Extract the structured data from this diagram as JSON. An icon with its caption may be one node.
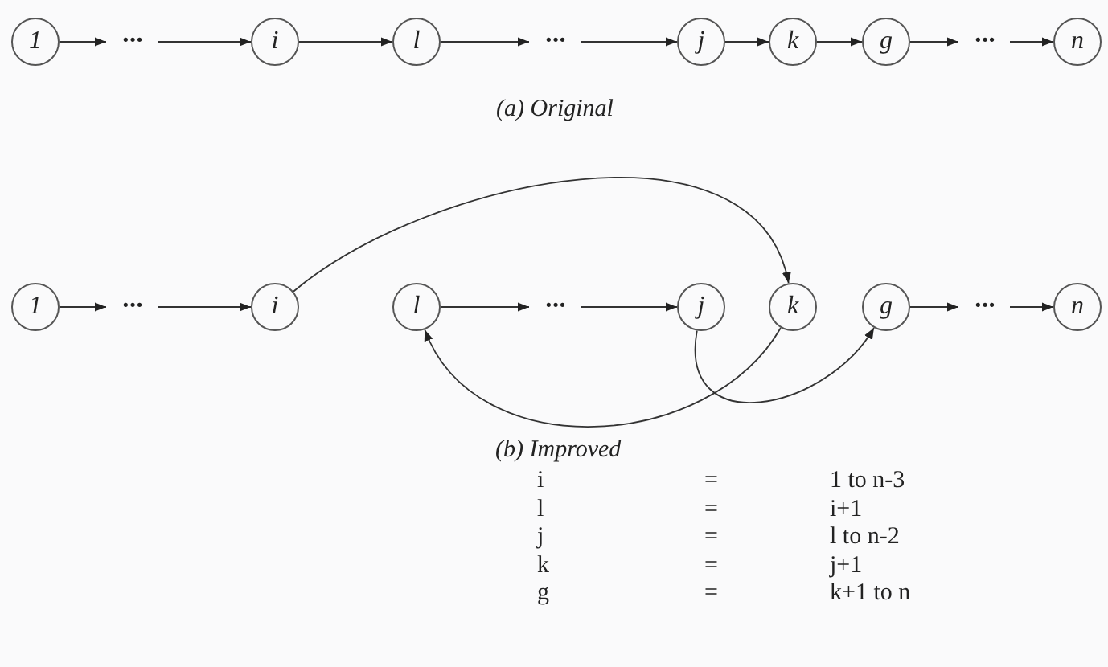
{
  "diagram": {
    "nodes": [
      {
        "text": [
          "1"
        ]
      },
      {
        "text": [
          "···"
        ]
      },
      {
        "text": [
          "i"
        ]
      },
      {
        "text": [
          "l"
        ]
      },
      {
        "text": [
          "···"
        ]
      },
      {
        "text": [
          "j"
        ]
      },
      {
        "text": [
          "k"
        ]
      },
      {
        "text": [
          "g"
        ]
      },
      {
        "text": [
          "···"
        ]
      },
      {
        "text": [
          "n"
        ]
      },
      {
        "text": [
          "1"
        ]
      },
      {
        "text": [
          "···"
        ]
      },
      {
        "text": [
          "i"
        ]
      },
      {
        "text": [
          "l"
        ]
      },
      {
        "text": [
          "···"
        ]
      },
      {
        "text": [
          "j"
        ]
      },
      {
        "text": [
          "k"
        ]
      },
      {
        "text": [
          "g"
        ]
      },
      {
        "text": [
          "···"
        ]
      },
      {
        "text": [
          "n"
        ]
      }
    ],
    "edges": [
      {
        "from": 0,
        "to": 1,
        "arrow": "to"
      },
      {
        "from": 1,
        "to": 2,
        "arrow": "to"
      },
      {
        "from": 2,
        "to": 3,
        "arrow": "to"
      },
      {
        "from": 3,
        "to": 4,
        "arrow": "to"
      },
      {
        "from": 4,
        "to": 5,
        "arrow": "to"
      },
      {
        "from": 5,
        "to": 6,
        "arrow": "to"
      },
      {
        "from": 6,
        "to": 7,
        "arrow": "to"
      },
      {
        "from": 7,
        "to": 8,
        "arrow": "to"
      },
      {
        "from": 8,
        "to": 9,
        "arrow": "to"
      },
      {
        "from": 10,
        "to": 11,
        "arrow": "to"
      },
      {
        "from": 11,
        "to": 12,
        "arrow": "to"
      },
      {
        "from": 12,
        "to": 16,
        "arrow": "to"
      },
      {
        "from": 13,
        "to": 14,
        "arrow": "to"
      },
      {
        "from": 14,
        "to": 15,
        "arrow": "to"
      },
      {
        "from": 16,
        "to": 13,
        "arrow": "to"
      },
      {
        "from": 15,
        "to": 17,
        "arrow": "to"
      },
      {
        "from": 17,
        "to": 18,
        "arrow": "to"
      },
      {
        "from": 18,
        "to": 19,
        "arrow": "to"
      }
    ],
    "labels": [
      "(a) Original",
      "(b) Improved",
      "i",
      "=",
      "1 to n-3",
      "l",
      "=",
      "i+1",
      "j",
      "=",
      "l to n-2",
      "k",
      "=",
      "j+1",
      "g",
      "=",
      "k+1 to n"
    ]
  }
}
